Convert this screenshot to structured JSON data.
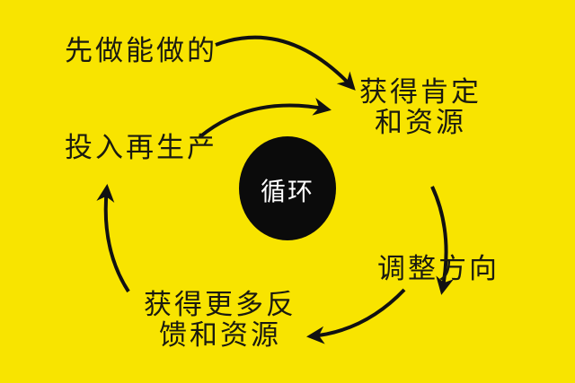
{
  "center": "循环",
  "nodes": {
    "start": "先做能做的",
    "recognition": [
      "获得肯定",
      "和资源"
    ],
    "adjust": "调整方向",
    "more_feedback": [
      "获得更多反",
      "馈和资源"
    ],
    "reinvest": "投入再生产"
  },
  "colors": {
    "background": "#f8e400",
    "ink": "#111111",
    "center_fill": "#0b0b0b",
    "center_text": "#ffffff"
  }
}
